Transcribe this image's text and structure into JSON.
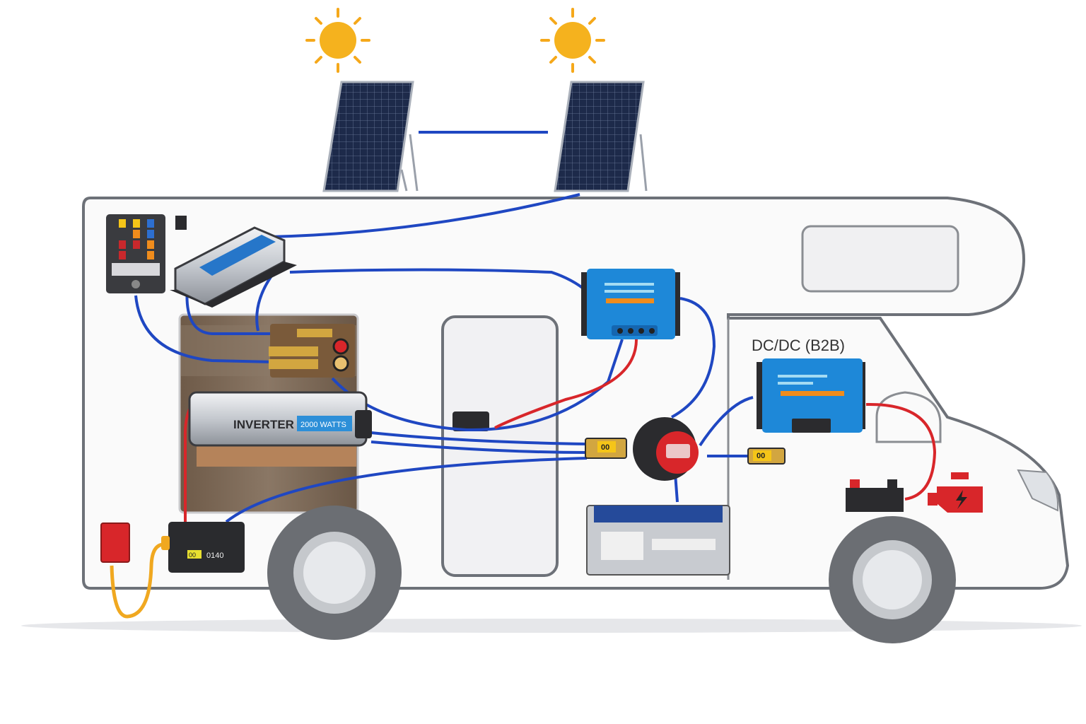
{
  "labels": {
    "dcdc_title": "DC/DC (B2B)",
    "inverter": "INVERTER",
    "inverter_rating": "2000 WATTS",
    "shunt_fuse": "00",
    "isolator_fuse": "00",
    "monitor_readout": "0140",
    "monitor_badge": "00"
  },
  "colors": {
    "cable_positive": "#d8262a",
    "cable_negative": "#1f47c2",
    "victron_blue": "#1e88d8",
    "accent_orange": "#f08c1c",
    "shore_cable": "#f0a820"
  }
}
